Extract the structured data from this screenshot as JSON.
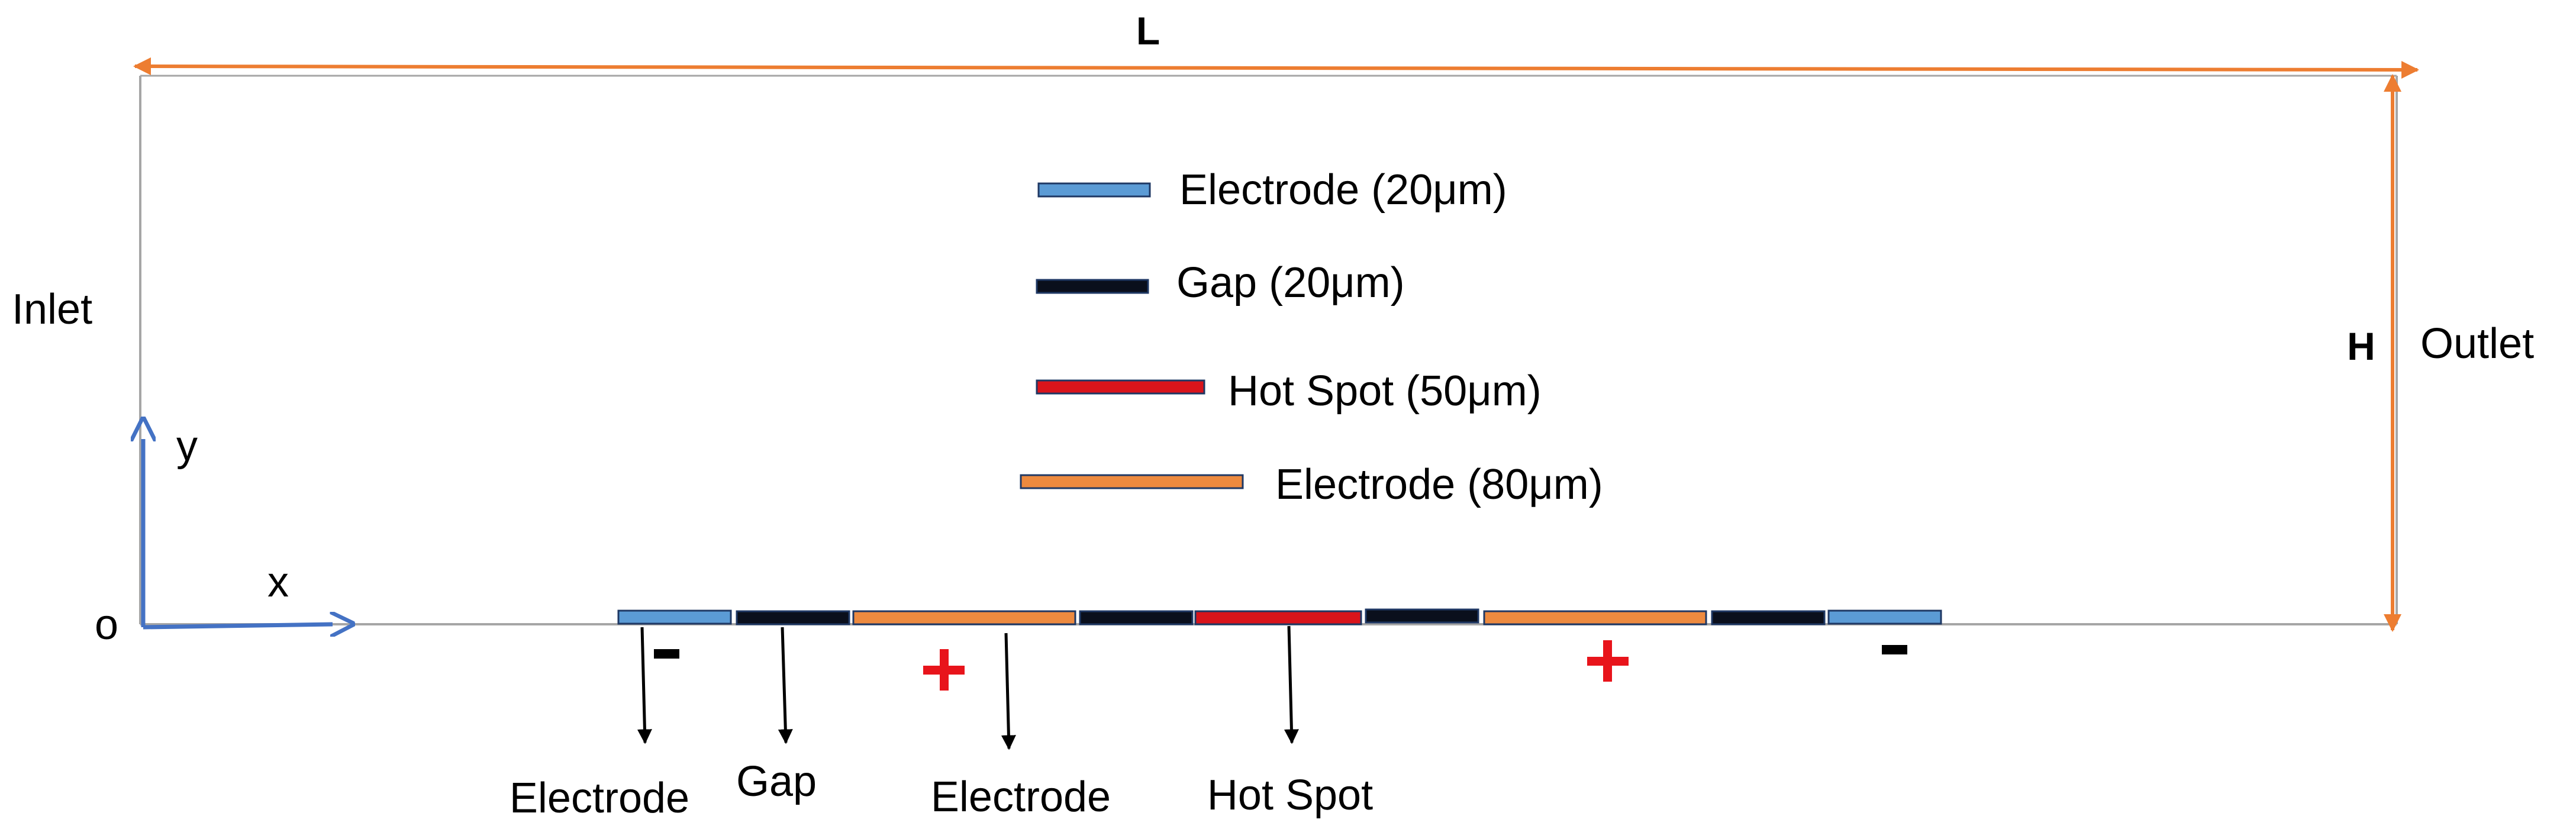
{
  "dimensions": {
    "length_label": "L",
    "height_label": "H"
  },
  "boundaries": {
    "inlet": "Inlet",
    "outlet": "Outlet"
  },
  "axes": {
    "origin": "o",
    "x": "x",
    "y": "y"
  },
  "legend": [
    {
      "key": "electrode-20",
      "label": "Electrode (20μm)",
      "color": "#5b9bd5"
    },
    {
      "key": "gap-20",
      "label": "Gap (20μm)",
      "color": "#0a0f1c"
    },
    {
      "key": "hotspot-50",
      "label": "Hot Spot (50μm)",
      "color": "#d9141b"
    },
    {
      "key": "electrode-80",
      "label": "Electrode (80μm)",
      "color": "#ed8a3f"
    }
  ],
  "strip": [
    {
      "key": "electrode-20",
      "sign": "-"
    },
    {
      "key": "gap-20"
    },
    {
      "key": "electrode-80",
      "sign": "+"
    },
    {
      "key": "gap-20"
    },
    {
      "key": "hotspot-50"
    },
    {
      "key": "gap-20"
    },
    {
      "key": "electrode-80",
      "sign": "+"
    },
    {
      "key": "gap-20"
    },
    {
      "key": "electrode-20",
      "sign": "-"
    }
  ],
  "callouts": [
    "Electrode",
    "Gap",
    "Electrode",
    "Hot Spot"
  ],
  "colors": {
    "dimension_arrow": "#ed7d31",
    "axis": "#4472c4",
    "channel_wall": "#a6a6a6",
    "positive_sign": "#e8141b",
    "negative_sign": "#000000"
  }
}
